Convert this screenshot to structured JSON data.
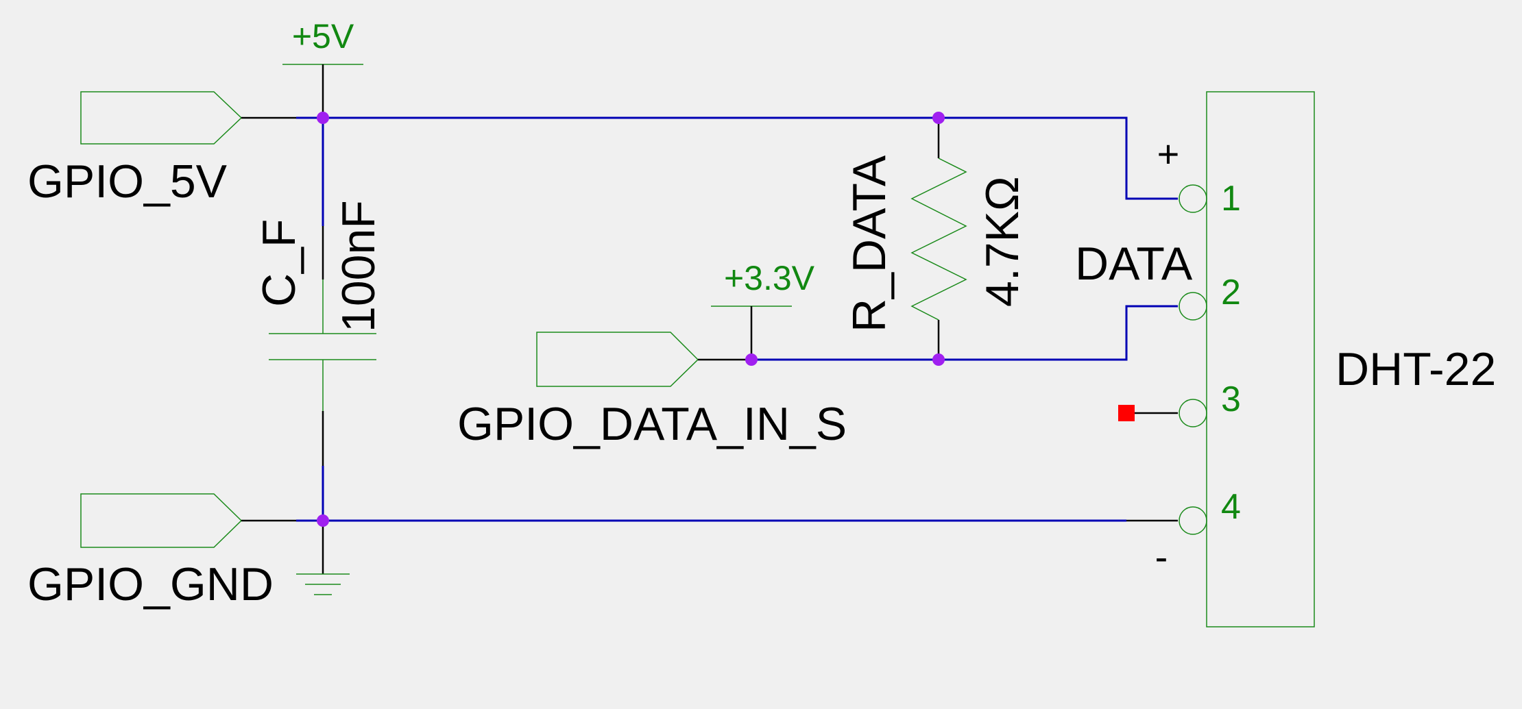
{
  "power": {
    "v5": "+5V",
    "v33": "+3.3V"
  },
  "ports": {
    "gpio_5v": "GPIO_5V",
    "gpio_gnd": "GPIO_GND",
    "gpio_data": "GPIO_DATA_IN_S"
  },
  "capacitor": {
    "ref": "C_F",
    "value": "100nF"
  },
  "resistor": {
    "ref": "R_DATA",
    "value": "4.7KΩ"
  },
  "sensor": {
    "name": "DHT-22",
    "data_label": "DATA",
    "plus": "+",
    "minus": "-",
    "pins": [
      "1",
      "2",
      "3",
      "4"
    ]
  },
  "colors": {
    "background": "#f0f0f0",
    "wire": "#0000b4",
    "symbol": "#1a8a1a",
    "junction": "#a020f0",
    "no_connect": "#ff0000",
    "text": "#000000",
    "green_text": "#118811"
  }
}
